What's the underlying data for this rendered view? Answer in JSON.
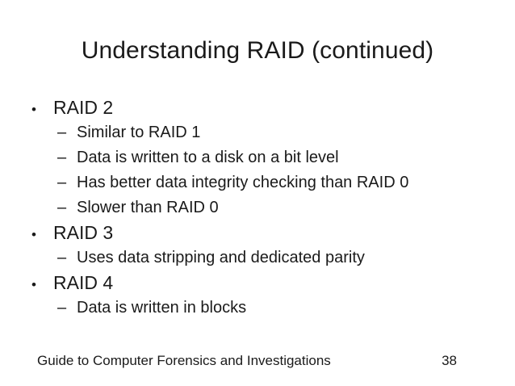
{
  "slide": {
    "title": "Understanding RAID (continued)",
    "background_color": "#ffffff",
    "text_color": "#1a1a1a",
    "bullet_glyph": "•",
    "dash_glyph": "–",
    "content": [
      {
        "level": 1,
        "text": "RAID 2"
      },
      {
        "level": 2,
        "text": "Similar to RAID 1"
      },
      {
        "level": 2,
        "text": "Data is written to a disk on a bit level"
      },
      {
        "level": 2,
        "text": "Has better data integrity checking than RAID 0"
      },
      {
        "level": 2,
        "text": "Slower than RAID 0"
      },
      {
        "level": 1,
        "text": "RAID 3"
      },
      {
        "level": 2,
        "text": "Uses data stripping and dedicated parity"
      },
      {
        "level": 1,
        "text": "RAID 4"
      },
      {
        "level": 2,
        "text": "Data is written in blocks"
      }
    ],
    "footer": {
      "note": "Guide to Computer Forensics and Investigations",
      "page": "38"
    }
  }
}
